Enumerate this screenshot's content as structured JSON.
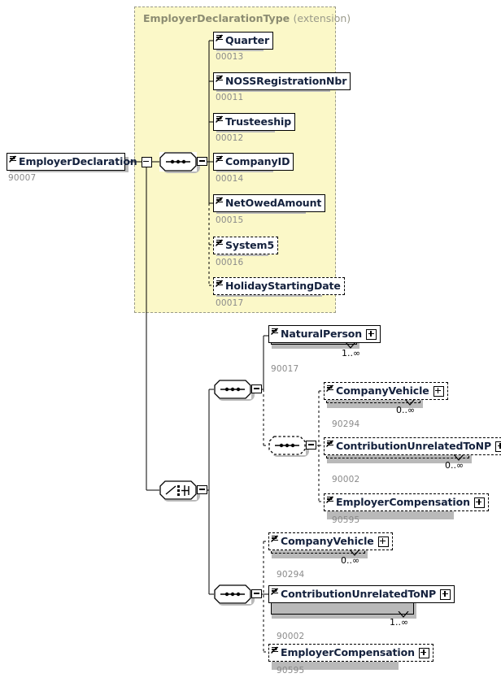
{
  "diagram": {
    "kind": "xsd-schema-tree",
    "root": {
      "name": "EmployerDeclaration",
      "id": "90007",
      "toggle": "minus",
      "style": "solid"
    },
    "panel": {
      "type_name": "EmployerDeclarationType",
      "qualifier": "(extension)",
      "fill": "#fbf8c8",
      "border": "#9a9a8a",
      "title_color": "#8c8c72"
    },
    "compositors": [
      {
        "key": "seq_main",
        "kind": "sequence",
        "style": "solid",
        "icon": "sequence-icon"
      },
      {
        "key": "choice_main",
        "kind": "choice",
        "style": "solid",
        "icon": "choice-icon"
      },
      {
        "key": "seq_branch_a",
        "kind": "sequence",
        "style": "solid",
        "icon": "sequence-icon"
      },
      {
        "key": "seq_inner_a",
        "kind": "sequence",
        "style": "dashed",
        "icon": "sequence-icon"
      },
      {
        "key": "seq_branch_b",
        "kind": "sequence",
        "style": "solid",
        "icon": "sequence-icon"
      }
    ],
    "elements": [
      {
        "key": "quarter",
        "label": "Quarter",
        "id": "00013",
        "style": "solid",
        "occurs": "",
        "toggle": "",
        "repeat": false,
        "group": "type-sequence"
      },
      {
        "key": "noss",
        "label": "NOSSRegistrationNbr",
        "id": "00011",
        "style": "solid",
        "occurs": "",
        "toggle": "",
        "repeat": false,
        "group": "type-sequence"
      },
      {
        "key": "trustee",
        "label": "Trusteeship",
        "id": "00012",
        "style": "solid",
        "occurs": "",
        "toggle": "",
        "repeat": false,
        "group": "type-sequence"
      },
      {
        "key": "companyid",
        "label": "CompanyID",
        "id": "00014",
        "style": "solid",
        "occurs": "",
        "toggle": "",
        "repeat": false,
        "group": "type-sequence"
      },
      {
        "key": "netowed",
        "label": "NetOwedAmount",
        "id": "00015",
        "style": "solid",
        "occurs": "",
        "toggle": "",
        "repeat": false,
        "group": "type-sequence"
      },
      {
        "key": "system5",
        "label": "System5",
        "id": "00016",
        "style": "dashed",
        "occurs": "",
        "toggle": "",
        "repeat": false,
        "group": "type-sequence"
      },
      {
        "key": "holiday",
        "label": "HolidayStartingDate",
        "id": "00017",
        "style": "dashed",
        "occurs": "",
        "toggle": "",
        "repeat": false,
        "group": "type-sequence"
      },
      {
        "key": "np_a",
        "label": "NaturalPerson",
        "id": "90017",
        "style": "solid",
        "occurs": "1..∞",
        "toggle": "plus",
        "repeat": true,
        "group": "choice-branch-a"
      },
      {
        "key": "cv_a",
        "label": "CompanyVehicle",
        "id": "90294",
        "style": "dashed",
        "occurs": "0..∞",
        "toggle": "plus",
        "repeat": true,
        "group": "choice-branch-a"
      },
      {
        "key": "cu_a",
        "label": "ContributionUnrelatedToNP",
        "id": "90002",
        "style": "dashed",
        "occurs": "0..∞",
        "toggle": "plus",
        "repeat": true,
        "group": "choice-branch-a"
      },
      {
        "key": "ec_a",
        "label": "EmployerCompensation",
        "id": "90595",
        "style": "dashed",
        "occurs": "",
        "toggle": "plus",
        "repeat": false,
        "group": "choice-branch-a"
      },
      {
        "key": "cv_b",
        "label": "CompanyVehicle",
        "id": "90294",
        "style": "dashed",
        "occurs": "0..∞",
        "toggle": "plus",
        "repeat": true,
        "group": "choice-branch-b"
      },
      {
        "key": "cu_b",
        "label": "ContributionUnrelatedToNP",
        "id": "90002",
        "style": "solid",
        "occurs": "1..∞",
        "toggle": "plus",
        "repeat": true,
        "group": "choice-branch-b"
      },
      {
        "key": "ec_b",
        "label": "EmployerCompensation",
        "id": "90595",
        "style": "dashed",
        "occurs": "",
        "toggle": "plus",
        "repeat": false,
        "group": "choice-branch-b"
      }
    ],
    "colors": {
      "label_text": "#14213d",
      "caption_text": "#8a8a8a",
      "line": "#000000",
      "shadow": "#b9b9b9",
      "panel_fill": "#fbf8c8"
    }
  }
}
